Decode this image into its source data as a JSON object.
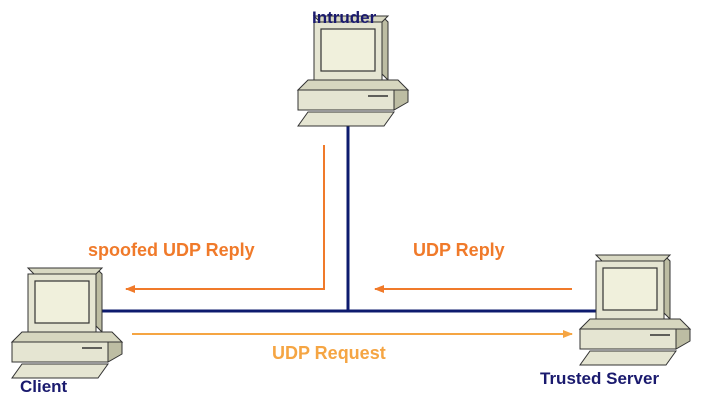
{
  "nodes": {
    "intruder": {
      "label": "Intruder"
    },
    "client": {
      "label": "Client"
    },
    "server": {
      "label": "Trusted Server"
    }
  },
  "flows": {
    "spoofed_reply": {
      "label": "spoofed UDP Reply",
      "color": "#f07a2a"
    },
    "reply": {
      "label": "UDP Reply",
      "color": "#f07a2a"
    },
    "request": {
      "label": "UDP Request",
      "color": "#f5a543"
    }
  },
  "colors": {
    "network_line": "#0d1b6e",
    "node_label": "#1a1a6e",
    "computer_body": "#e5e5d2",
    "computer_shade": "#bdbda3",
    "screen": "#f0f0dc",
    "outline": "#333333"
  },
  "icons": {
    "intruder": "desktop-computer-icon",
    "client": "desktop-computer-icon",
    "server": "desktop-computer-icon"
  }
}
